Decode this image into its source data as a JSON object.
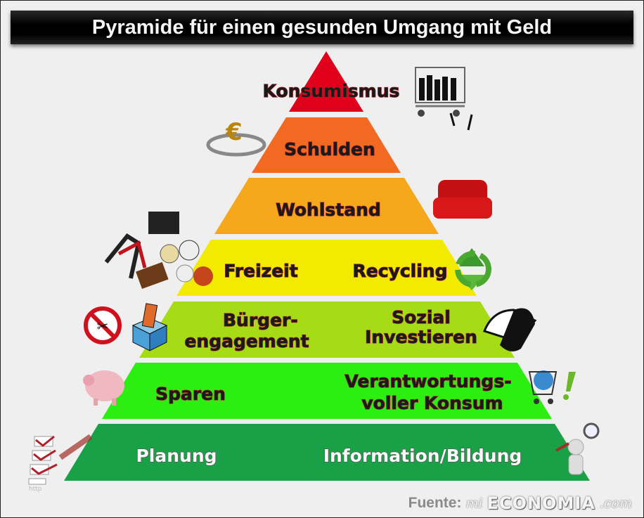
{
  "title": "Pyramide für einen gesunden Umgang mit Geld",
  "levels": [
    {
      "labels": [
        "Konsumismus"
      ],
      "color": "#e0001b"
    },
    {
      "labels": [
        "Schulden"
      ],
      "color": "#f26a21"
    },
    {
      "labels": [
        "Wohlstand"
      ],
      "color": "#f5a81c"
    },
    {
      "labels": [
        "Freizeit",
        "Recycling"
      ],
      "color": "#f2ea00"
    },
    {
      "labels": [
        "Bürger-",
        "engagement",
        "Sozial",
        "Investieren"
      ],
      "color": "#a6dc16"
    },
    {
      "labels": [
        "Sparen",
        "Verantwortungs-",
        "voller Konsum"
      ],
      "color": "#2cee10"
    },
    {
      "labels": [
        "Planung",
        "Information/Bildung"
      ],
      "color": "#1aa148"
    }
  ],
  "icons": [
    "shopping-cart-crowd-icon",
    "euro-trap-icon",
    "armchair-icon",
    "leisure-icon",
    "recycling-icon",
    "no-scissors-icon",
    "ballot-box-icon",
    "handshake-icon",
    "piggy-bank-icon",
    "globe-cart-icon",
    "checklist-icon",
    "magnifier-figure-icon"
  ],
  "checklist_caption": "http",
  "source": {
    "label": "Fuente:",
    "logo_prefix": "mi",
    "logo_main": "ECONOMIA",
    "logo_suffix": ".com"
  }
}
